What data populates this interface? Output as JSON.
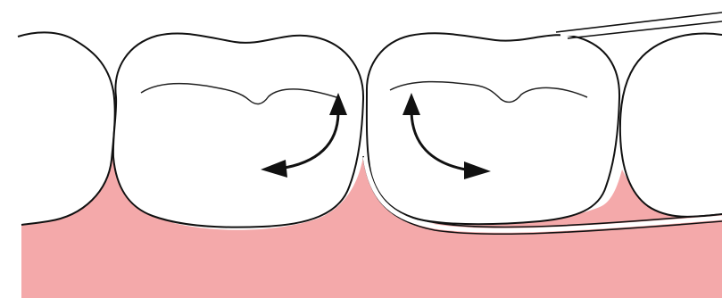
{
  "colors": {
    "background": "#ffffff",
    "gum": "#f4a9aa",
    "tooth_fill": "#ffffff",
    "outline": "#111111",
    "floss": "#ffffff"
  },
  "diagram": {
    "teeth_visible": 4,
    "gum_visible": true,
    "floss_visible": true,
    "arrows": [
      {
        "name": "left-tooth-motion",
        "direction": "curved-left",
        "icon": "curved-double-arrow-icon"
      },
      {
        "name": "right-tooth-motion",
        "direction": "curved-right",
        "icon": "curved-double-arrow-icon"
      }
    ]
  }
}
